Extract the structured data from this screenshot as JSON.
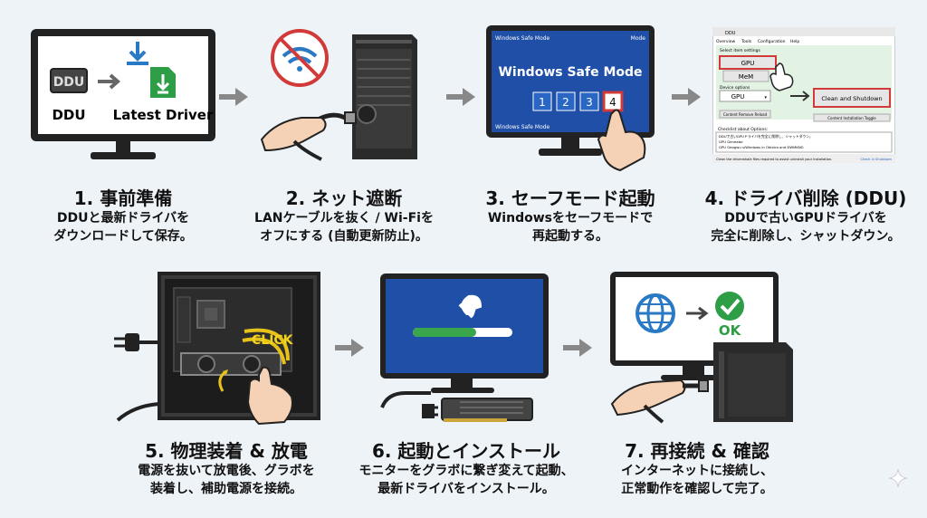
{
  "steps": [
    {
      "title": "1. 事前準備",
      "desc1": "DDUと最新ドライバを",
      "desc2": "ダウンロードして保存。"
    },
    {
      "title": "2. ネット遮断",
      "desc1": "LANケーブルを抜く / Wi-Fiを",
      "desc2": "オフにする (自動更新防止)。"
    },
    {
      "title": "3. セーフモード起動",
      "desc1": "Windowsをセーフモードで",
      "desc2": "再起動する。"
    },
    {
      "title": "4. ドライバ削除 (DDU)",
      "desc1": "DDUで古いGPUドライバを",
      "desc2": "完全に削除し、シャットダウン。"
    },
    {
      "title": "5. 物理装着 & 放電",
      "desc1": "電源を抜いて放電後、グラボを",
      "desc2": "装着し、補助電源を接続。"
    },
    {
      "title": "6. 起動とインストール",
      "desc1": "モニターをグラボに繋ぎ変えて起動、",
      "desc2": "最新ドライバをインストール。"
    },
    {
      "title": "7. 再接続 & 確認",
      "desc1": "インターネットに接続し、",
      "desc2": "正常動作を確認して完了。"
    }
  ],
  "screen1": {
    "logo": "DDU",
    "label_left": "DDU",
    "label_right": "Latest Driver"
  },
  "screen3": {
    "header_left": "Windows Safe Mode",
    "header_right": "Mode",
    "title": "Windows Safe Mode",
    "footer": "Windows Safe Mode",
    "options": [
      "1",
      "2",
      "3",
      "4"
    ]
  },
  "screen4": {
    "window_title": "DDU",
    "menu": [
      "Overview",
      "Tools",
      "Configuration",
      "Help"
    ],
    "select_label": "Select item settings",
    "gpu_btn": "GPU",
    "mem_btn": "MeM",
    "device_label": "Device options",
    "dropdown": "GPU",
    "clean_btn": "Clean and Shutdown",
    "remove_btn": "Content Remove Reload",
    "install_btn": "Content Installation Toggle",
    "log_label": "Checklist about Options:",
    "log_lines": [
      "DDUで古いGPUドライバを完全に削除し、シャットダウン。",
      "GPU Geneator",
      "GPU Geogwu s/Windows in Obistra and DWMKNG"
    ],
    "status": "Clean the driverwhale files required to assist uninstall your installation.",
    "status_right": "Check in Shutdown"
  },
  "click_label": "CLICK",
  "ok_label": "OK"
}
